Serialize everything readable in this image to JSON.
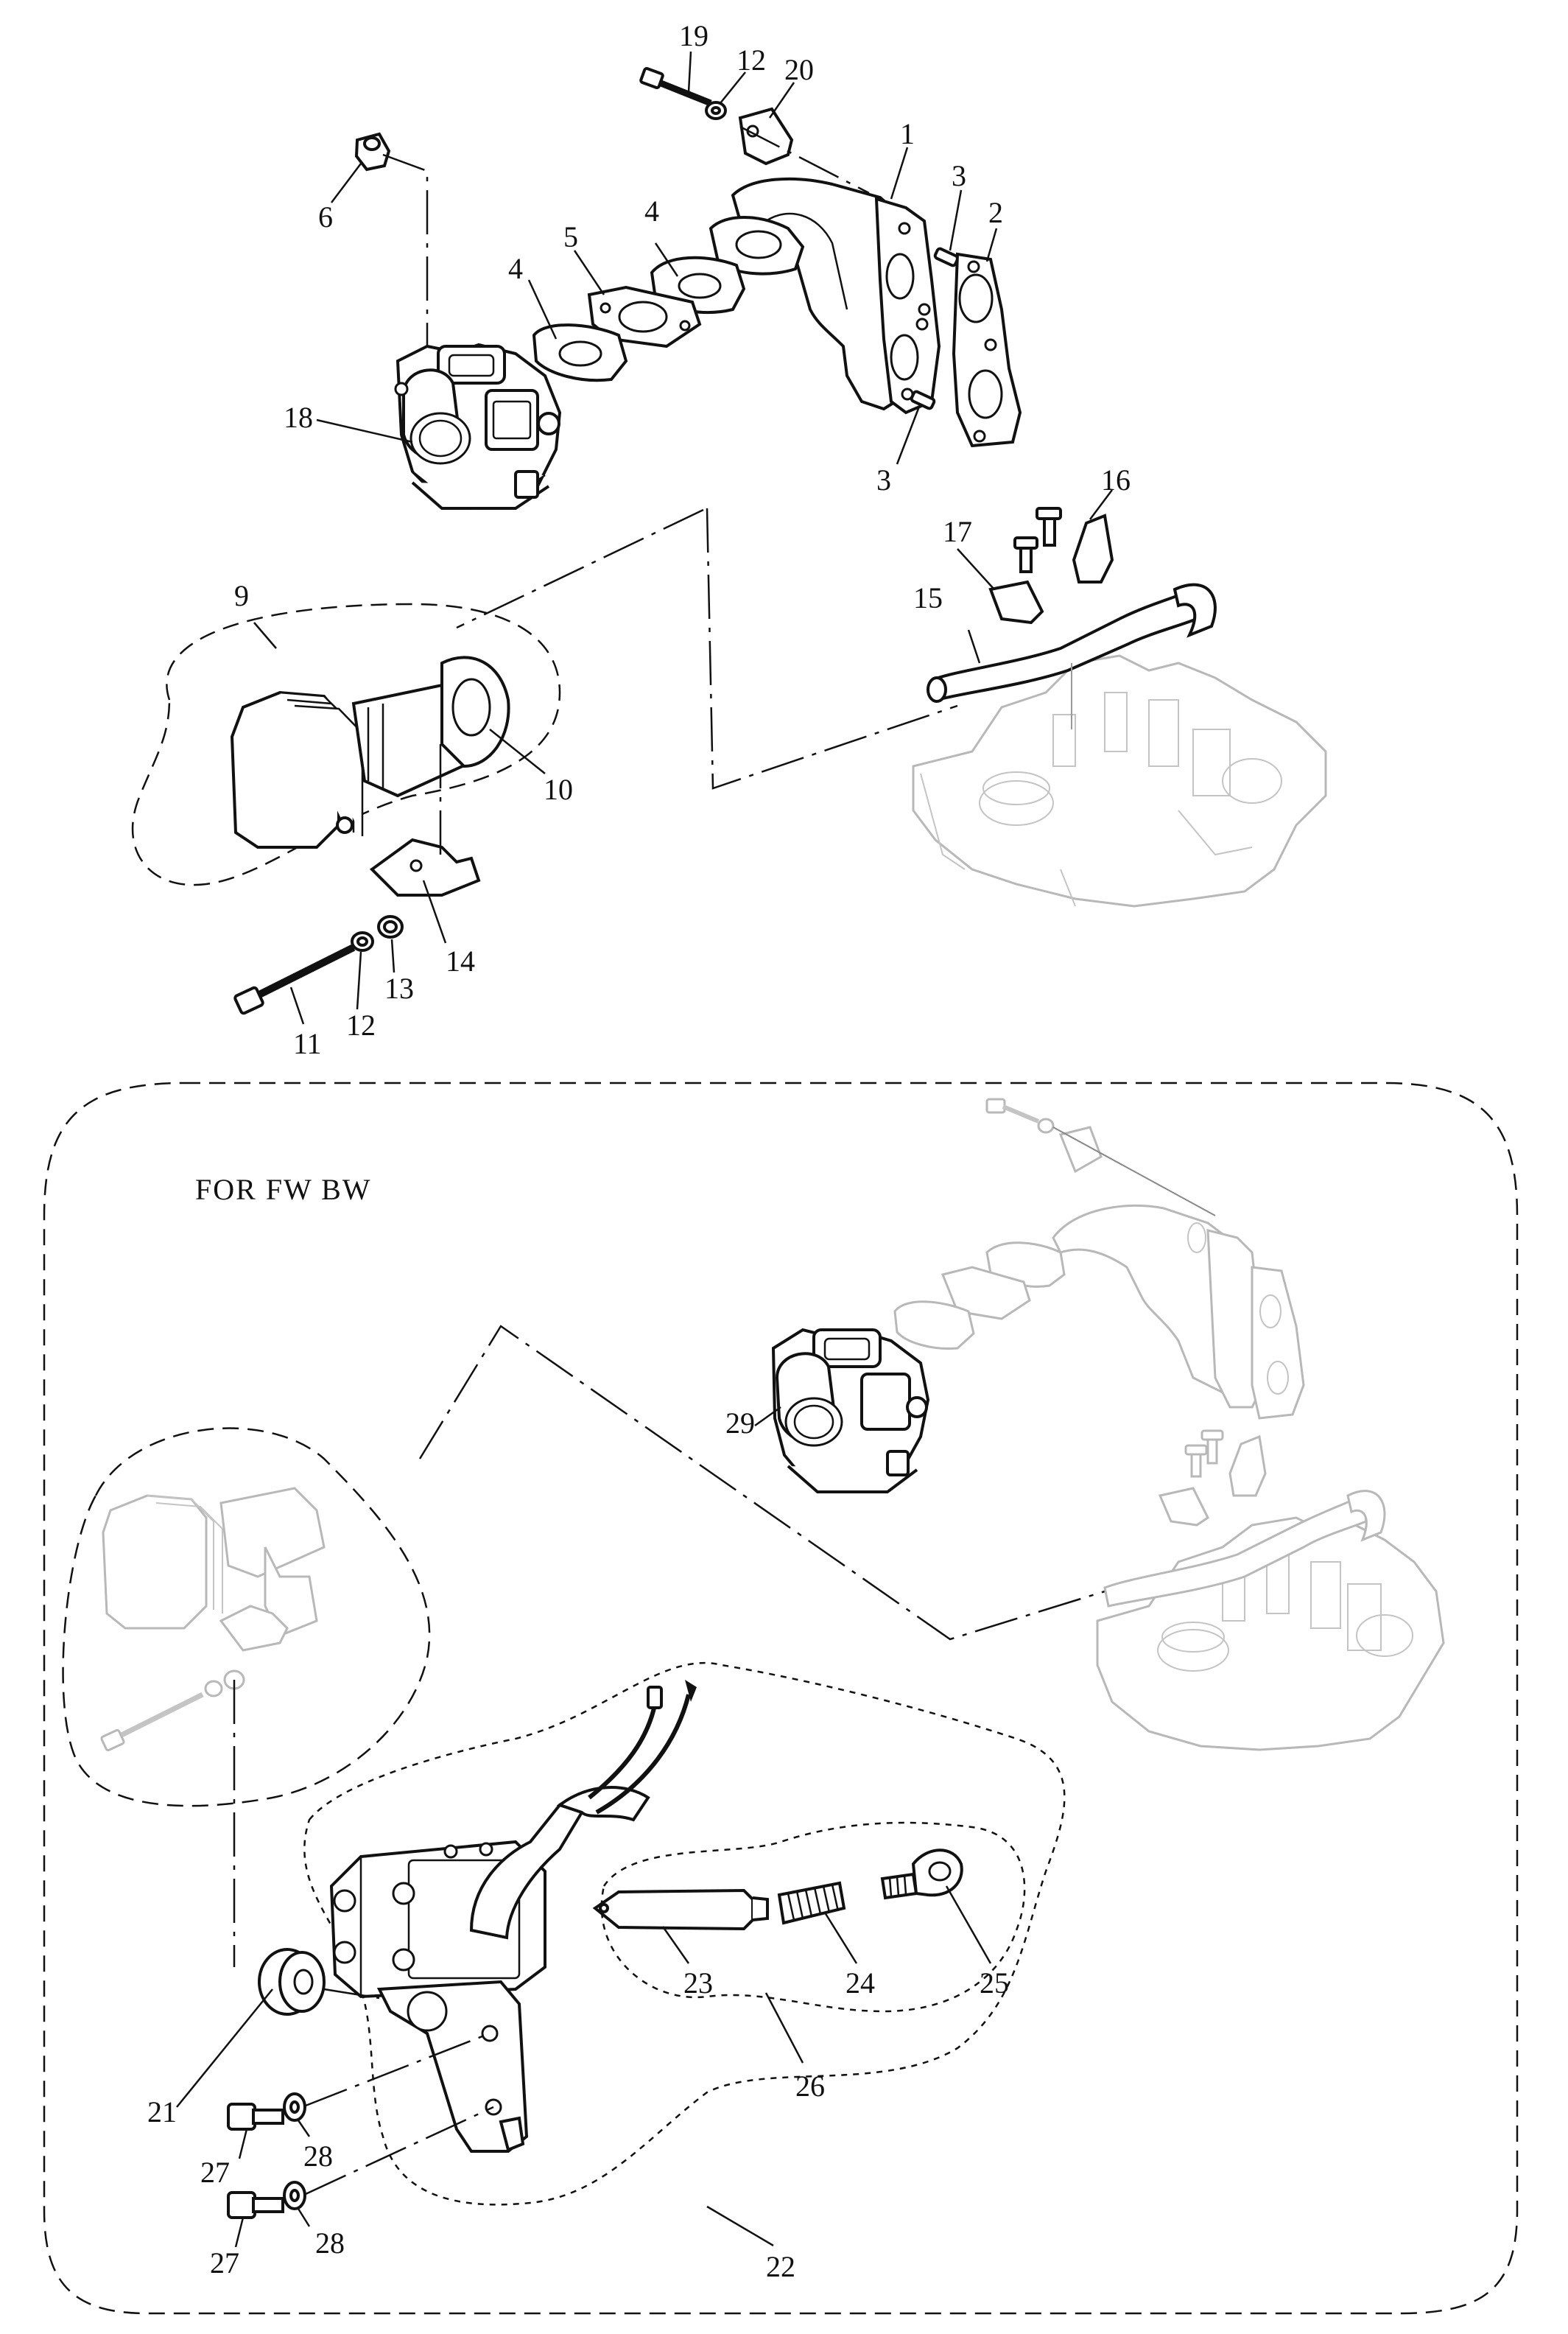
{
  "section_title": "FOR FW BW",
  "callouts": {
    "c1": "1",
    "c2": "2",
    "c3a": "3",
    "c3b": "3",
    "c4a": "4",
    "c4b": "4",
    "c5": "5",
    "c6": "6",
    "c9": "9",
    "c10": "10",
    "c11": "11",
    "c12a": "12",
    "c12b": "12",
    "c13": "13",
    "c14": "14",
    "c15": "15",
    "c16": "16",
    "c17": "17",
    "c18": "18",
    "c19": "19",
    "c20": "20",
    "c21": "21",
    "c22": "22",
    "c23": "23",
    "c24": "24",
    "c25": "25",
    "c26": "26",
    "c27a": "27",
    "c27b": "27",
    "c28a": "28",
    "c28b": "28",
    "c29": "29"
  }
}
